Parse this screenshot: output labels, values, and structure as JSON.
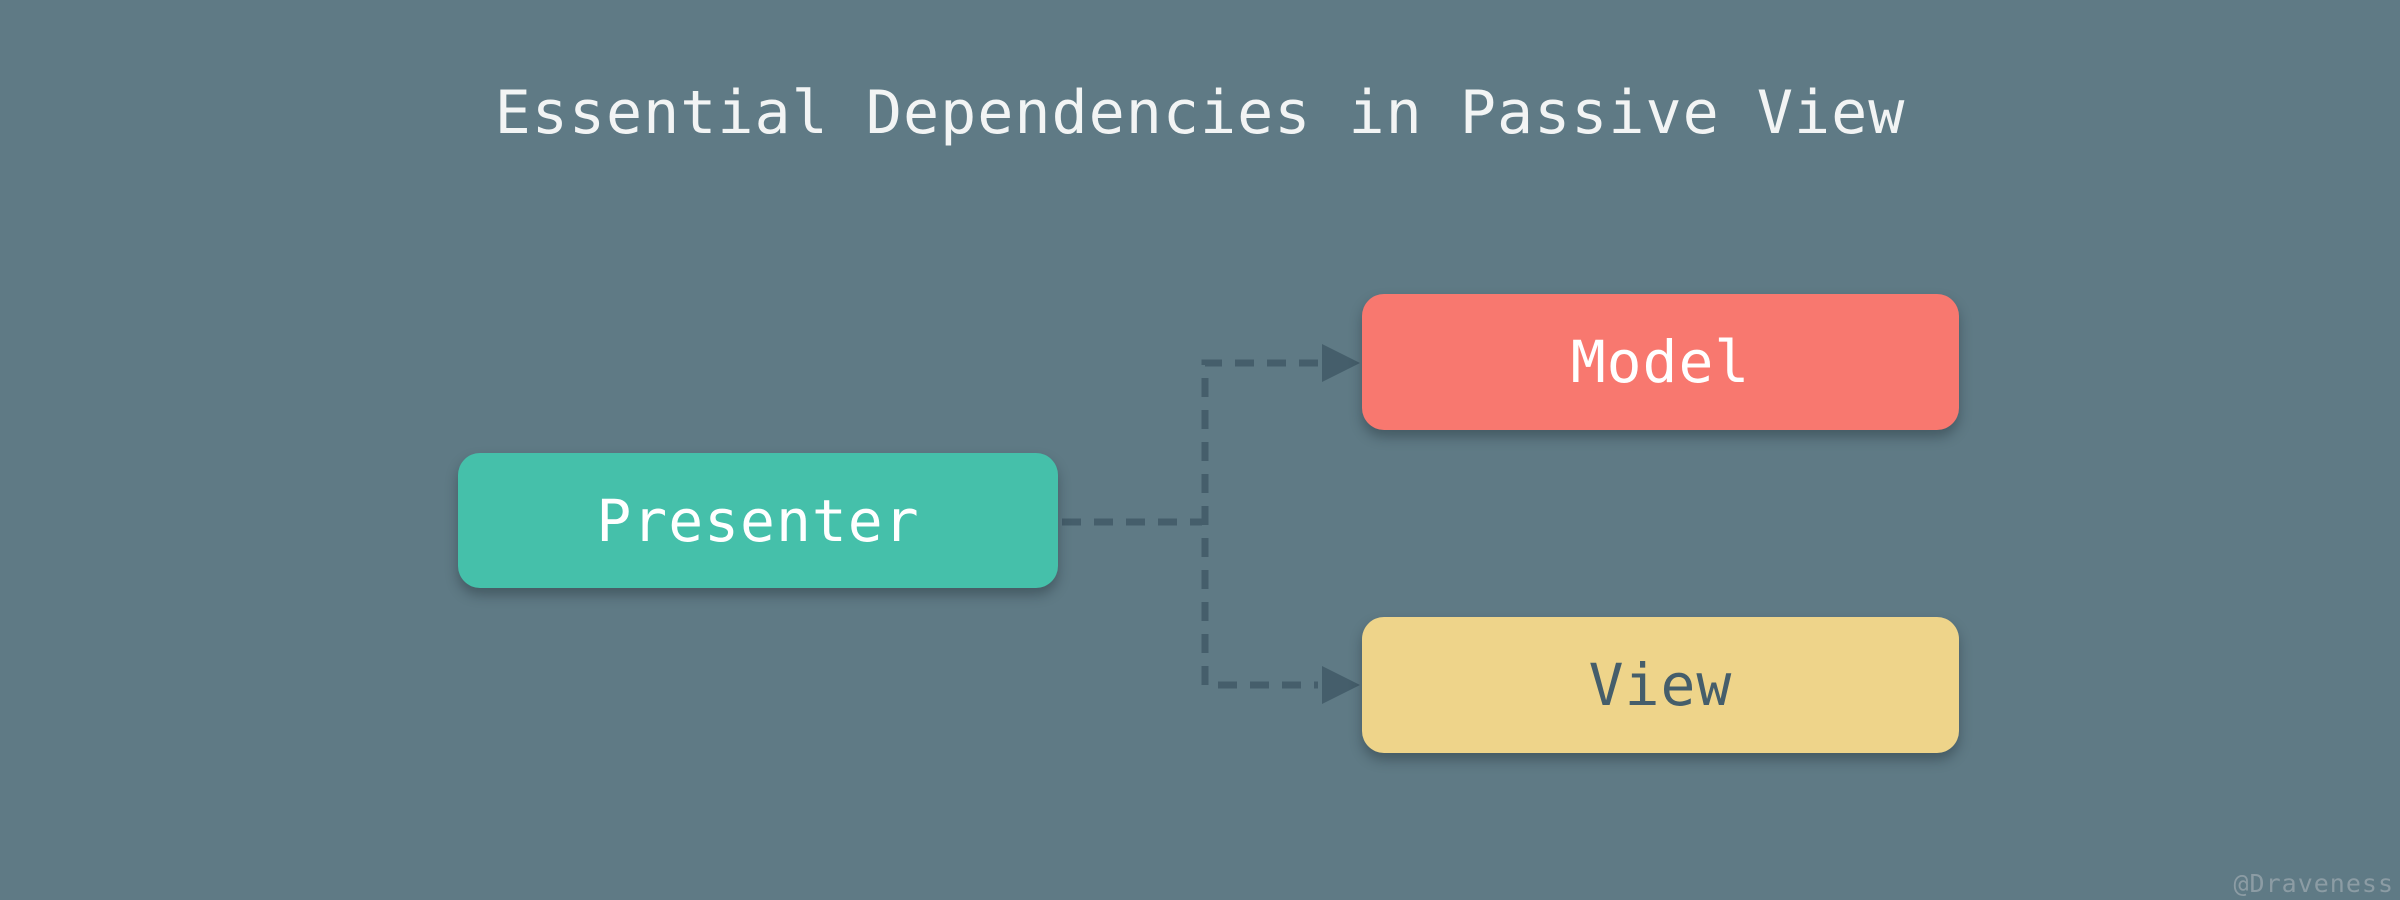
{
  "title": "Essential Dependencies in Passive View",
  "watermark": "@Draveness",
  "diagram": {
    "type": "dependency-graph",
    "nodes": [
      {
        "id": "presenter",
        "label": "Presenter",
        "fill": "#45C0AA",
        "text_color": "#FFFFFF"
      },
      {
        "id": "model",
        "label": "Model",
        "fill": "#F8786F",
        "text_color": "#FFFFFF"
      },
      {
        "id": "view",
        "label": "View",
        "fill": "#EED48A",
        "text_color": "#455E6B"
      }
    ],
    "edges": [
      {
        "from": "presenter",
        "to": "model",
        "style": "dashed",
        "arrowhead": "triangle"
      },
      {
        "from": "presenter",
        "to": "view",
        "style": "dashed",
        "arrowhead": "triangle"
      }
    ]
  },
  "colors": {
    "background": "#5F7A85",
    "presenter_fill": "#45C0AA",
    "model_fill": "#F8786F",
    "view_fill": "#EED48A",
    "connector": "#455E6B",
    "title_text": "#F2F4F4",
    "node_text_light": "#FFFFFF",
    "view_text": "#455E6B",
    "watermark_text": "#8C9CA4"
  }
}
